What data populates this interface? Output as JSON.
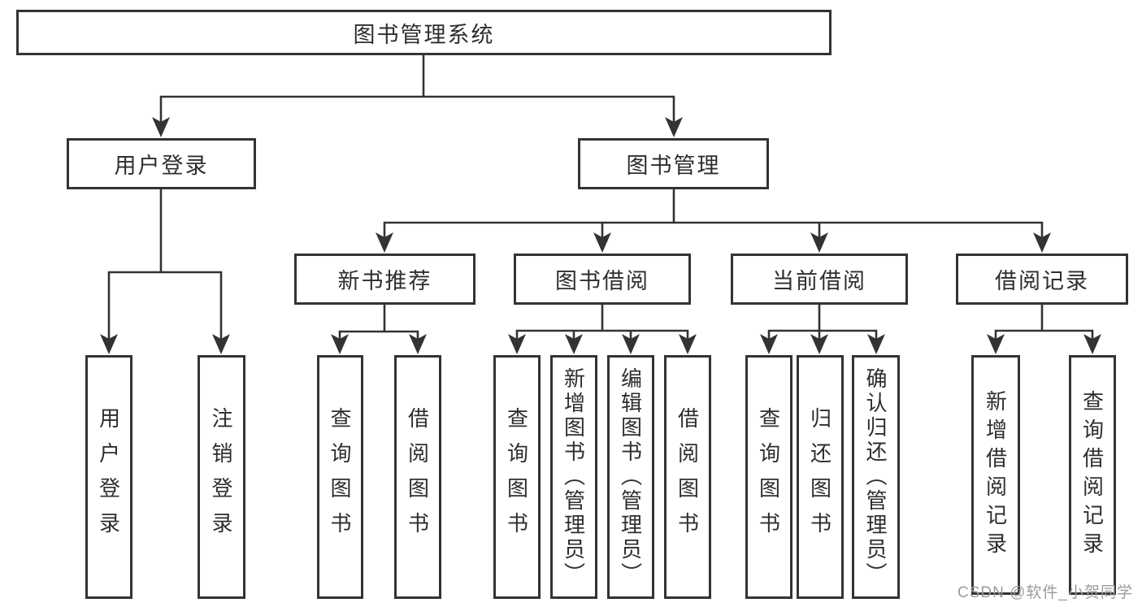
{
  "diagram": {
    "title": "图书管理系统",
    "level2": [
      {
        "label": "用户登录"
      },
      {
        "label": "图书管理"
      }
    ],
    "level3": [
      {
        "label": "新书推荐"
      },
      {
        "label": "图书借阅"
      },
      {
        "label": "当前借阅"
      },
      {
        "label": "借阅记录"
      }
    ],
    "leaves": [
      {
        "label": "用户登录"
      },
      {
        "label": "注销登录"
      },
      {
        "label": "查询图书"
      },
      {
        "label": "借阅图书"
      },
      {
        "label": "查询图书"
      },
      {
        "label": "新增图书（管理员）"
      },
      {
        "label": "编辑图书（管理员）"
      },
      {
        "label": "借阅图书"
      },
      {
        "label": "查询图书"
      },
      {
        "label": "归还图书"
      },
      {
        "label": "确认归还（管理员）"
      },
      {
        "label": "新增借阅记录"
      },
      {
        "label": "查询借阅记录"
      }
    ]
  },
  "watermark": {
    "text": "CSDN @软件_小贺同学"
  },
  "colors": {
    "line": "#333333",
    "text": "#2e2e2e",
    "watermark": "#9b9b9b",
    "background": "#ffffff"
  }
}
